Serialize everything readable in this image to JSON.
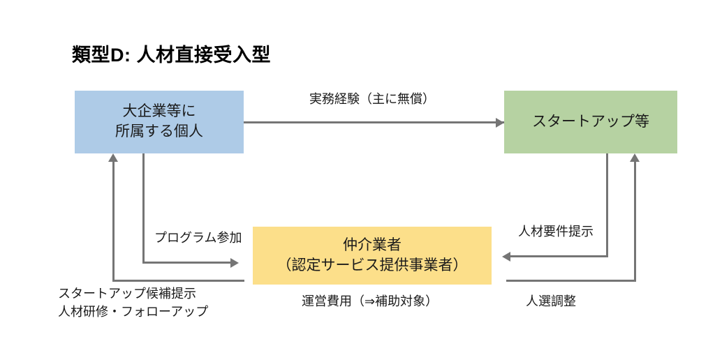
{
  "diagram": {
    "title": "類型D: 人材直接受入型",
    "colors": {
      "individual_box": "#aecbe7",
      "startup_box": "#b6d2a2",
      "intermediary_box": "#fcdf8a",
      "connector": "#757575",
      "text": "#1a1a1a",
      "background": "#ffffff"
    },
    "nodes": {
      "individual": {
        "label": "大企業等に\n所属する個人",
        "fill": "#aecbe7"
      },
      "startup": {
        "label": "スタートアップ等",
        "fill": "#b6d2a2"
      },
      "intermediary": {
        "label": "仲介業者\n（認定サービス提供事業者）",
        "fill": "#fcdf8a"
      }
    },
    "edges": {
      "experience": {
        "label": "実務経験（主に無償）",
        "from": "individual",
        "to": "startup",
        "direction": "right"
      },
      "program_participation": {
        "label": "プログラム参加",
        "from": "individual",
        "to": "intermediary",
        "direction": "right"
      },
      "candidates_and_training": {
        "label": "スタートアップ候補提示\n人材研修・フォローアップ",
        "from": "intermediary",
        "to": "individual",
        "direction": "up"
      },
      "operating_cost": {
        "label": "運営費用（⇒補助対象）",
        "from": "subsidy",
        "to": "intermediary",
        "direction": "none"
      },
      "talent_requirements": {
        "label": "人材要件提示",
        "from": "startup",
        "to": "intermediary",
        "direction": "left"
      },
      "selection_adjustment": {
        "label": "人選調整",
        "from": "intermediary",
        "to": "startup",
        "direction": "up"
      }
    }
  }
}
